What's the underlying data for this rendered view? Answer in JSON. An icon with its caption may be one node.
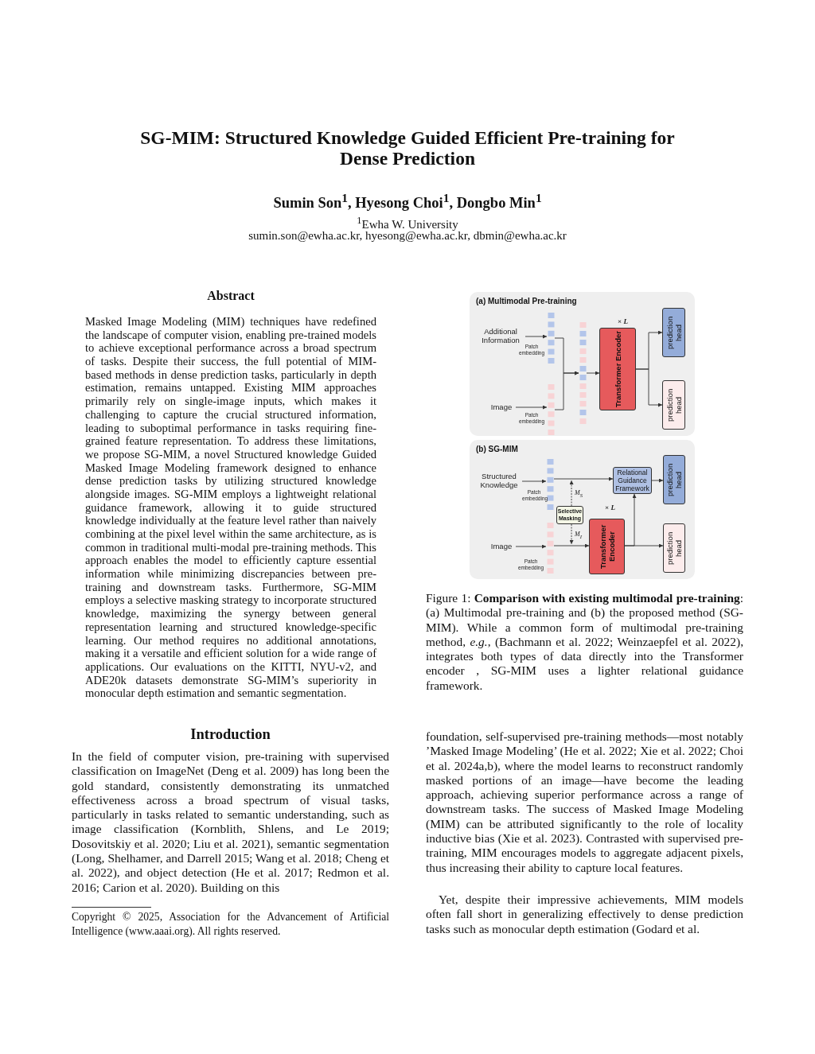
{
  "diagram": {
    "title": "SG-MIM: Structured Knowledge Guided Efficient Pre-training for Dense Prediction",
    "caption": "Figure 1: **Comparison with existing multimodal pre-training**: (a) Multimodal pre-training and (b) the proposed method (SG-MIM). While a common form of multimodal pre-training method, *e.g.*, (Bachmann et al. 2022; Weinzaepfel et al. 2022), integrates both types of data directly into the Transformer encoder , SG-MIM uses a lighter relational guidance framework.",
    "nodes": [
      {
        "text": [
          "(a) Multimodal Pre-training"
        ]
      },
      {
        "text": [
          "Additional Information"
        ],
        "in": 0
      },
      {
        "text": [],
        "shape": "bar",
        "in": 0,
        "beside": [
          "Patch embedding"
        ]
      },
      {
        "text": [
          "Image"
        ],
        "in": 0
      },
      {
        "text": [],
        "shape": "bar",
        "in": 0,
        "beside": [
          "Patch embedding"
        ]
      },
      {
        "text": [],
        "shape": "bar",
        "in": 0
      },
      {
        "text": [
          "Transformer Encoder"
        ],
        "in": 0,
        "beside": [
          "× *L*"
        ]
      },
      {
        "text": [
          "prediction head"
        ],
        "in": 0
      },
      {
        "text": [
          "prediction head"
        ],
        "in": 0
      },
      {
        "text": [
          "(b) SG-MIM"
        ]
      },
      {
        "text": [
          "Structured Knowledge"
        ],
        "in": 9
      },
      {
        "text": [],
        "shape": "bar",
        "in": 9,
        "beside": [
          "Patch embedding"
        ]
      },
      {
        "text": [
          "Image"
        ],
        "in": 9
      },
      {
        "text": [],
        "shape": "bar",
        "in": 9,
        "beside": [
          "Patch embedding"
        ]
      },
      {
        "text": [
          "Relational Guidance Framework"
        ],
        "in": 9
      },
      {
        "text": [
          "Selective Masking"
        ],
        "in": 9
      },
      {
        "text": [
          "Transformer Encoder"
        ],
        "in": 9,
        "beside": [
          "× *L*"
        ]
      },
      {
        "text": [
          "prediction head"
        ],
        "in": 9
      },
      {
        "text": [
          "prediction head"
        ],
        "in": 9
      }
    ],
    "edges": [
      {
        "from": 1,
        "to": 2,
        "arrow": "to"
      },
      {
        "from": 3,
        "to": 4,
        "arrow": "to"
      },
      {
        "from": 2,
        "to": 5,
        "arrow": "to"
      },
      {
        "from": 4,
        "to": 5,
        "arrow": "to"
      },
      {
        "from": 5,
        "to": 6,
        "arrow": "to"
      },
      {
        "from": 6,
        "to": 7,
        "arrow": "to"
      },
      {
        "from": 6,
        "to": 8,
        "arrow": "to"
      },
      {
        "from": 10,
        "to": 11,
        "arrow": "to"
      },
      {
        "from": 12,
        "to": 13,
        "arrow": "to"
      },
      {
        "from": 11,
        "to": 14,
        "arrow": "to"
      },
      {
        "from": 13,
        "to": 16,
        "arrow": "to"
      },
      {
        "from": 15,
        "to": 11,
        "arrow": "to",
        "style": "dashed",
        "label": "*M*$_{S}$"
      },
      {
        "from": 15,
        "to": 13,
        "arrow": "to",
        "style": "dashed",
        "label": "*M*$_{I}$"
      },
      {
        "from": 16,
        "to": 14,
        "arrow": "to"
      },
      {
        "from": 14,
        "to": 17,
        "arrow": "to"
      },
      {
        "from": 16,
        "to": 18,
        "arrow": "to"
      }
    ],
    "labels": [
      "Sumin Son$^{1}$, Hyesong Choi$^{1}$, Dongbo Min$^{1}$",
      "$^{1}$Ewha W. University",
      "sumin.son@ewha.ac.kr, hyesong@ewha.ac.kr, dbmin@ewha.ac.kr",
      "Abstract",
      "Masked Image Modeling (MIM) techniques have redefined the landscape of computer vision, enabling pre-trained models to achieve exceptional performance across a broad spectrum of tasks. Despite their success, the full potential of MIM-based methods in dense prediction tasks, particularly in depth estimation, remains untapped. Existing MIM approaches primarily rely on single-image inputs, which makes it challenging to capture the crucial structured information, leading to suboptimal performance in tasks requiring fine-grained feature representation. To address these limitations, we propose SG-MIM, a novel Structured knowledge Guided Masked Image Modeling framework designed to enhance dense prediction tasks by utilizing structured knowledge alongside images. SG-MIM employs a lightweight relational guidance framework, allowing it to guide structured knowledge individually at the feature level rather than naively combining at the pixel level within the same architecture, as is common in traditional multi-modal pre-training methods. This approach enables the model to efficiently capture essential information while minimizing discrepancies between pre-training and downstream tasks. Furthermore, SG-MIM employs a selective masking strategy to incorporate structured knowledge, maximizing the synergy between general representation learning and structured knowledge-specific learning. Our method requires no additional annotations, making it a versatile and efficient solution for a wide range of applications. Our evaluations on the KITTI, NYU-v2, and ADE20k datasets demonstrate SG-MIM’s superiority in monocular depth estimation and semantic segmentation.",
      "Introduction",
      "In the field of computer vision, pre-training with supervised classification on ImageNet (Deng et al. 2009) has long been the gold standard, consistently demonstrating its unmatched effectiveness across a broad spectrum of visual tasks, particularly in tasks related to semantic understanding, such as image classification (Kornblith, Shlens, and Le 2019; Dosovitskiy et al. 2020; Liu et al. 2021), semantic segmentation (Long, Shelhamer, and Darrell 2015; Wang et al. 2018; Cheng et al. 2022), and object detection (He et al. 2017; Redmon et al. 2016; Carion et al. 2020). Building on this",
      "Copyright © 2025, Association for the Advancement of Artificial Intelligence (www.aaai.org). All rights reserved.",
      "foundation, self-supervised pre-training methods—most notably ’Masked Image Modeling’ (He et al. 2022; Xie et al. 2022; Choi et al. 2024a,b), where the model learns to reconstruct randomly masked portions of an image—have become the leading approach, achieving superior performance across a range of downstream tasks. The success of Masked Image Modeling (MIM) can be attributed significantly to the role of locality inductive bias (Xie et al. 2023). Contrasted with supervised pre-training, MIM encourages models to aggregate adjacent pixels, thus increasing their ability to capture local features.",
      "Yet, despite their impressive achievements, MIM models often fall short in generalizing effectively to dense prediction tasks such as monocular depth estimation (Godard et al."
    ]
  }
}
